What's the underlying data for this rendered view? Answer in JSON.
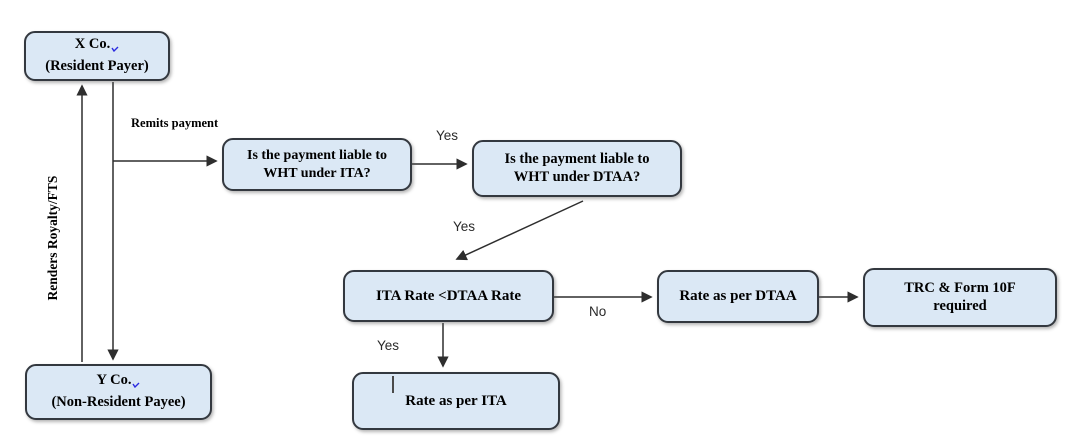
{
  "diagram": {
    "type": "flowchart",
    "topic": "Withholding tax (WHT) decision flow between resident payer and non-resident payee"
  },
  "colors": {
    "node_fill": "#dbe8f5",
    "node_border": "#33383f",
    "arrow": "#2e2e2e",
    "text": "#000000",
    "spellcheck_mark": "#2a2ae0"
  },
  "icons": {
    "spellcheck_mark": "blue-check-squiggle"
  },
  "nodes": {
    "x_co": {
      "line1": "X Co.",
      "line2": "(Resident Payer)"
    },
    "y_co": {
      "line1": "Y Co.",
      "line2": "(Non-Resident Payee)"
    },
    "q_ita": {
      "line1": "Is the payment liable to",
      "line2": "WHT under ITA?"
    },
    "q_dtaa": {
      "line1": "Is the payment liable to",
      "line2": "WHT under DTAA?"
    },
    "compare": {
      "label": "ITA Rate <DTAA Rate"
    },
    "rate_dtaa": {
      "label": "Rate as per DTAA"
    },
    "trc": {
      "line1": "TRC & Form 10F",
      "line2": "required"
    },
    "rate_ita": {
      "label": "Rate as per ITA"
    }
  },
  "edge_labels": {
    "renders_royalty": "Renders Royalty/FTS",
    "remits_payment": "Remits payment",
    "yes_ita_to_dtaa": "Yes",
    "yes_dtaa_to_compare": "Yes",
    "no_compare_to_rate_dtaa": "No",
    "yes_compare_to_rate_ita": "Yes"
  },
  "artifacts": {
    "text_cursor": "|"
  }
}
